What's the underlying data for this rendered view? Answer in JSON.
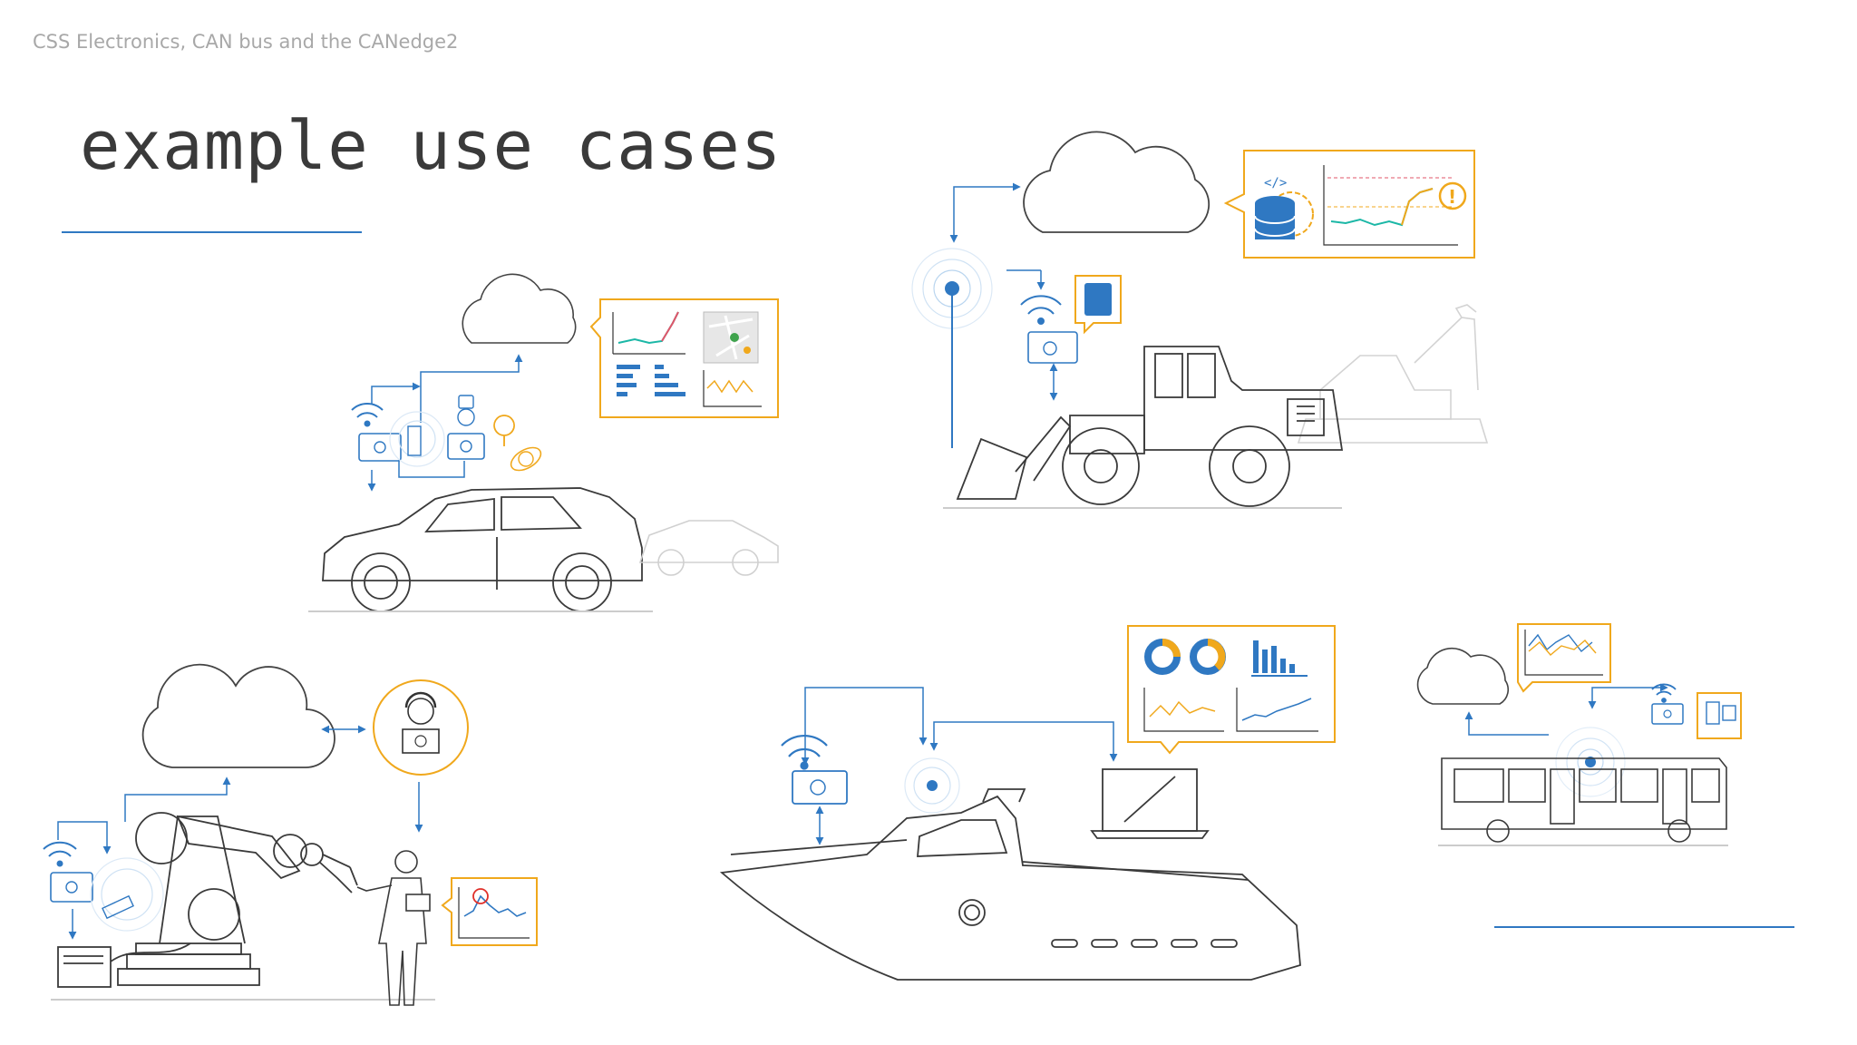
{
  "header": {
    "deck_title": "CSS Electronics, CAN bus and the CANedge2"
  },
  "slide": {
    "title": "example use cases"
  },
  "illustrations": {
    "scenes": [
      {
        "name": "passenger-car",
        "icons": [
          "cloud-icon",
          "wifi-icon",
          "canedge-device-icon",
          "location-pin-icon",
          "gps-orbit-icon",
          "dashboard-callout-icon"
        ]
      },
      {
        "name": "construction-wheel-loader",
        "icons": [
          "cloud-icon",
          "antenna-tower-icon",
          "wifi-icon",
          "canedge-device-icon",
          "sd-card-icon",
          "database-gear-icon",
          "alert-icon"
        ]
      },
      {
        "name": "industrial-robot-arm",
        "icons": [
          "cloud-icon",
          "support-agent-icon",
          "wifi-icon",
          "canedge-device-icon",
          "technician-icon",
          "chart-callout-icon"
        ]
      },
      {
        "name": "boat",
        "icons": [
          "wifi-icon",
          "canedge-device-icon",
          "laptop-icon",
          "pie-chart-icon",
          "bar-chart-icon",
          "line-chart-icon"
        ]
      },
      {
        "name": "city-bus",
        "icons": [
          "cloud-icon",
          "canedge-device-icon",
          "line-chart-icon",
          "engine-icon"
        ]
      }
    ],
    "colors": {
      "accent_blue": "#2f78c2",
      "accent_orange": "#f0a81c",
      "teal": "#1bb7a6",
      "line": "#3a3a3a",
      "faint": "#cccccc"
    }
  }
}
